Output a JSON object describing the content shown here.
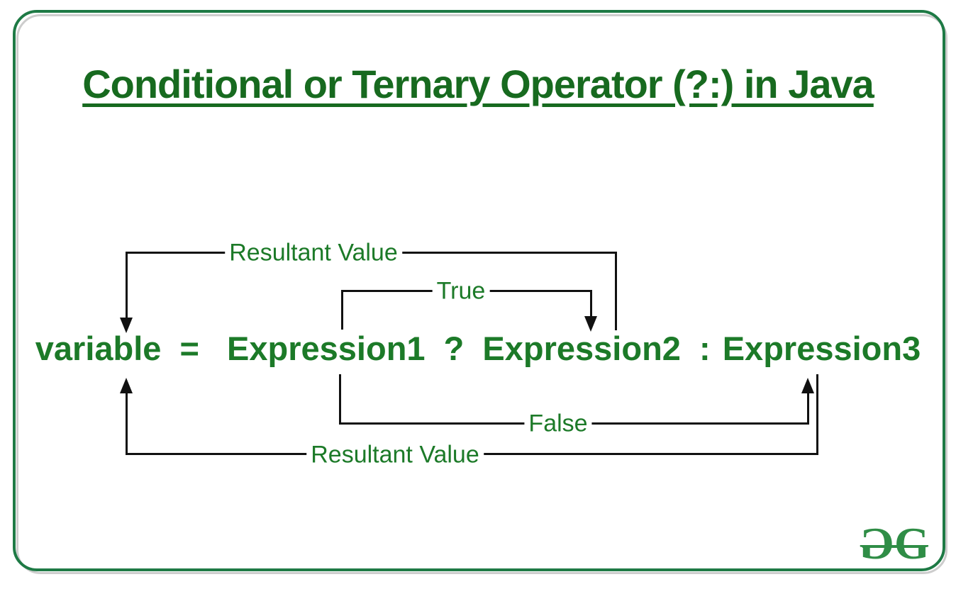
{
  "title": "Conditional or Ternary Operator (?:) in Java",
  "expression": {
    "variable": "variable",
    "equals": "=",
    "expr1": "Expression1",
    "question": "?",
    "expr2": "Expression2",
    "colon": ":",
    "expr3": "Expression3"
  },
  "loops": {
    "top_resultant_label": "Resultant Value",
    "true_label": "True",
    "false_label": "False",
    "bottom_resultant_label": "Resultant Value"
  },
  "logo": {
    "letter_left": "G",
    "letter_right": "G"
  },
  "colors": {
    "frame_border": "#1e7a45",
    "frame_shadow": "#cdcdcd",
    "title_green": "#176a1f",
    "text_green": "#1c7a28",
    "logo_green": "#2f8d46",
    "line_black": "#111111"
  }
}
